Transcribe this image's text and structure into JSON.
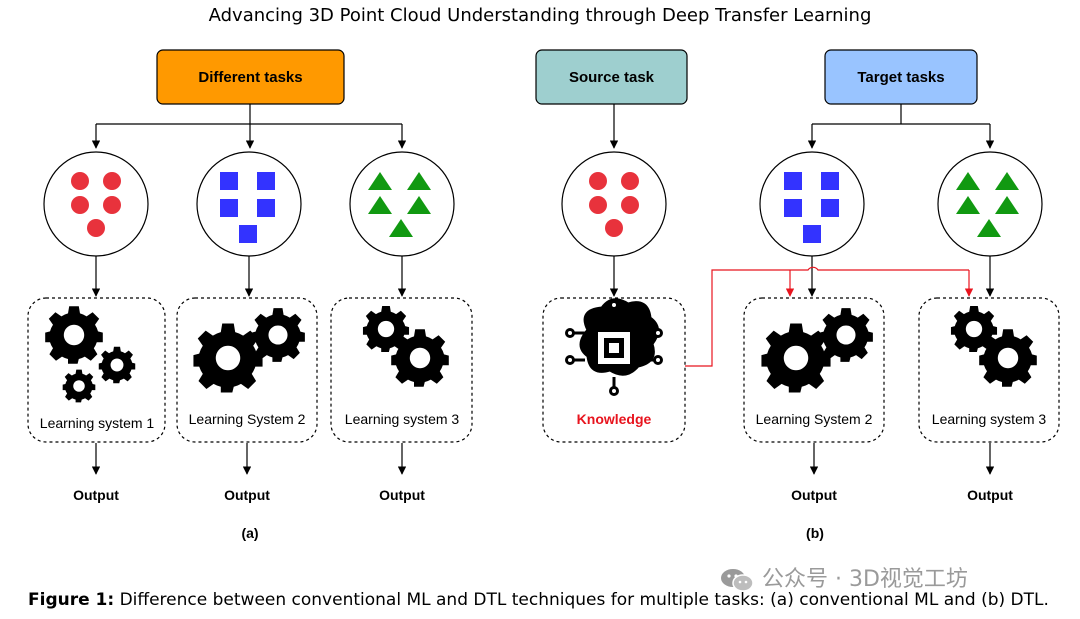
{
  "title": "Advancing 3D Point Cloud Understanding through Deep Transfer Learning",
  "panel_a": {
    "label": "(a)",
    "top_box": "Different tasks",
    "systems": [
      "Learning system 1",
      "Learning System 2",
      "Learning system 3"
    ],
    "outputs": [
      "Output",
      "Output",
      "Output"
    ]
  },
  "panel_b": {
    "label": "(b)",
    "source_box": "Source task",
    "target_box": "Target tasks",
    "knowledge": "Knowledge",
    "systems": [
      "Learning System 2",
      "Learning system 3"
    ],
    "outputs": [
      "Output",
      "Output"
    ]
  },
  "caption": {
    "prefix": "Figure 1:",
    "text": " Difference between conventional ML and DTL techniques for multiple tasks: (a) conventional ML and (b) DTL."
  },
  "watermark": "公众号 · 3D视觉工坊",
  "colors": {
    "different_tasks": "#ff9900",
    "source_task": "#9ecfcf",
    "target_tasks": "#99c4ff",
    "red": "#e8323c",
    "blue": "#3333ff",
    "green": "#119911",
    "knowledge_red": "#e8141e"
  }
}
